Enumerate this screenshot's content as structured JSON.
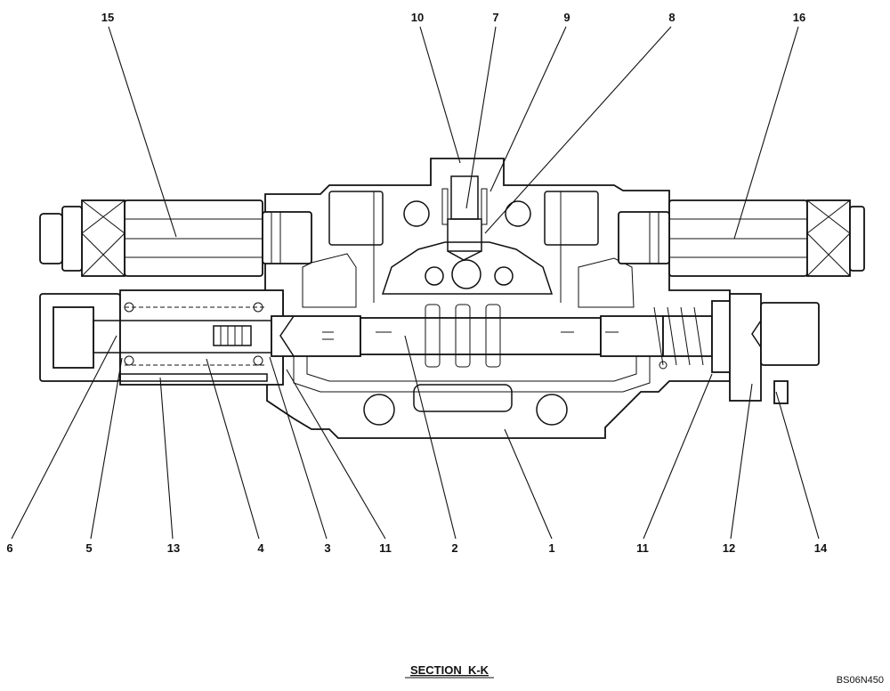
{
  "diagram": {
    "title": "SECTION  K-K",
    "reference_code": "BS06N450",
    "top_labels": [
      "15",
      "10",
      "7",
      "9",
      "8",
      "16"
    ],
    "bottom_labels": [
      "6",
      "5",
      "13",
      "4",
      "3",
      "11",
      "2",
      "1",
      "11",
      "12",
      "14"
    ]
  }
}
